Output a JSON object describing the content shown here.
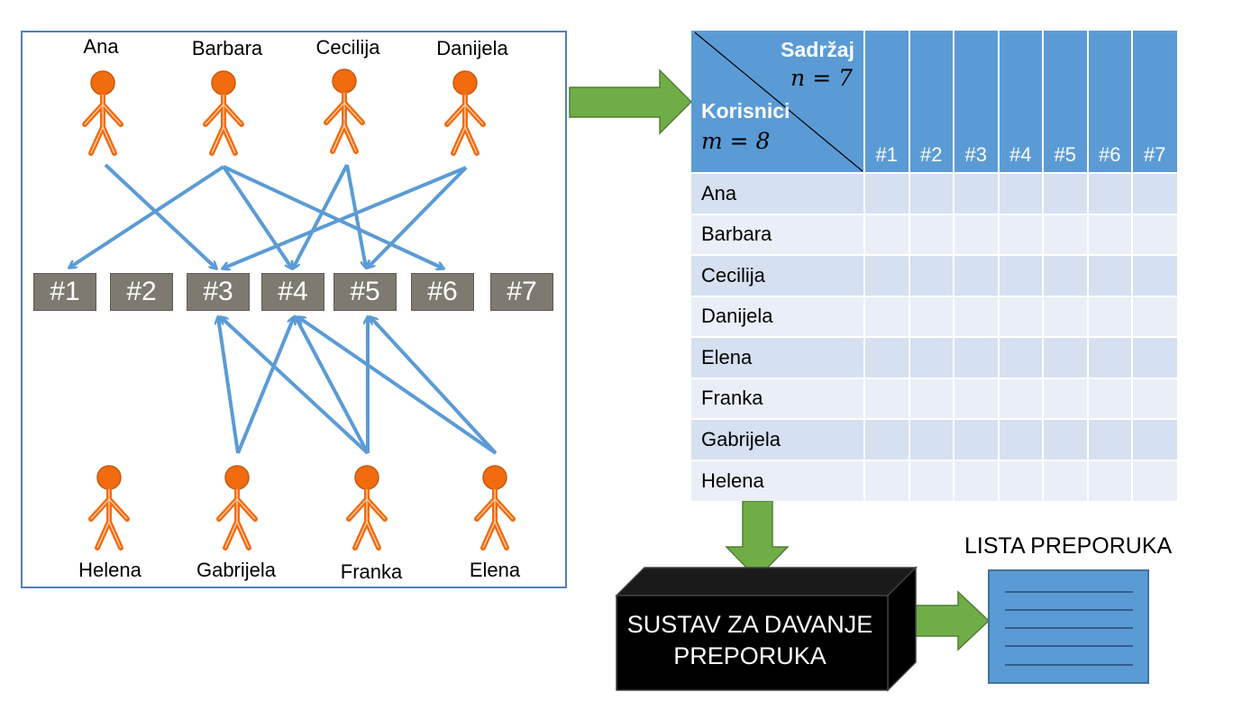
{
  "top_users": [
    "Ana",
    "Barbara",
    "Cecilija",
    "Danijela"
  ],
  "bottom_users": [
    "Helena",
    "Gabrijela",
    "Franka",
    "Elena"
  ],
  "items": [
    "#1",
    "#2",
    "#3",
    "#4",
    "#5",
    "#6",
    "#7"
  ],
  "matrix": {
    "content_label": "Sadržaj",
    "n_label": "n = 7",
    "users_label": "Korisnici",
    "m_label": "m = 8",
    "columns": [
      "#1",
      "#2",
      "#3",
      "#4",
      "#5",
      "#6",
      "#7"
    ],
    "rows": [
      "Ana",
      "Barbara",
      "Cecilija",
      "Danijela",
      "Elena",
      "Franka",
      "Gabrijela",
      "Helena"
    ]
  },
  "system": {
    "line1": "SUSTAV ZA DAVANJE",
    "line2": "PREPORUKA"
  },
  "recommendation_list": {
    "title": "LISTA PREPORUKA"
  },
  "colors": {
    "person": "#f26b0f",
    "arrow": "#5b9bd5",
    "item_box": "#7e7a6f",
    "flow_arrow": "#70ad47",
    "header": "#5b9bd5",
    "list_box": "#5b9bd5",
    "system_box": "#000000"
  }
}
